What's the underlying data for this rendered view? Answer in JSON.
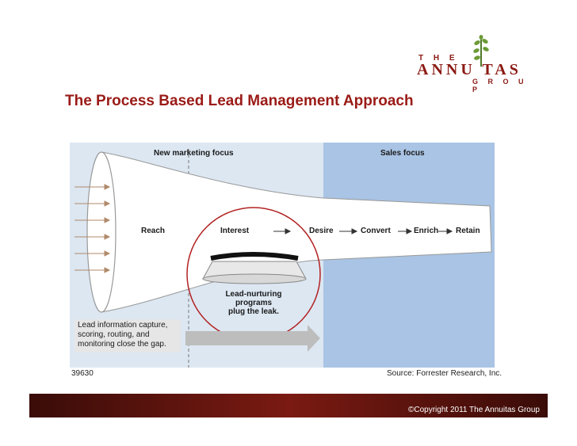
{
  "logo": {
    "line1": "T H E",
    "line2": "ANNU TAS",
    "line3": "G R O U P"
  },
  "title": "The Process Based Lead Management Approach",
  "diagram": {
    "header_left": "New marketing focus",
    "header_right": "Sales focus",
    "stages": [
      "Reach",
      "Interest",
      "Desire",
      "Convert",
      "Enrich",
      "Retain"
    ],
    "nurture_text": [
      "Lead-nurturing",
      "programs",
      "plug the leak."
    ],
    "capture_text": [
      "Lead information capture,",
      "scoring, routing, and",
      "monitoring close the gap."
    ],
    "figure_id": "39630",
    "source": "Source: Forrester Research, Inc."
  },
  "footer": {
    "copyright": "©Copyright 2011 The Annuitas Group"
  },
  "colors": {
    "brand": "#9a1b17",
    "marketing_bg": "#dce7f2",
    "sales_bg": "#a9c4e4",
    "circle": "#b22222",
    "footer": "#5a140e"
  }
}
